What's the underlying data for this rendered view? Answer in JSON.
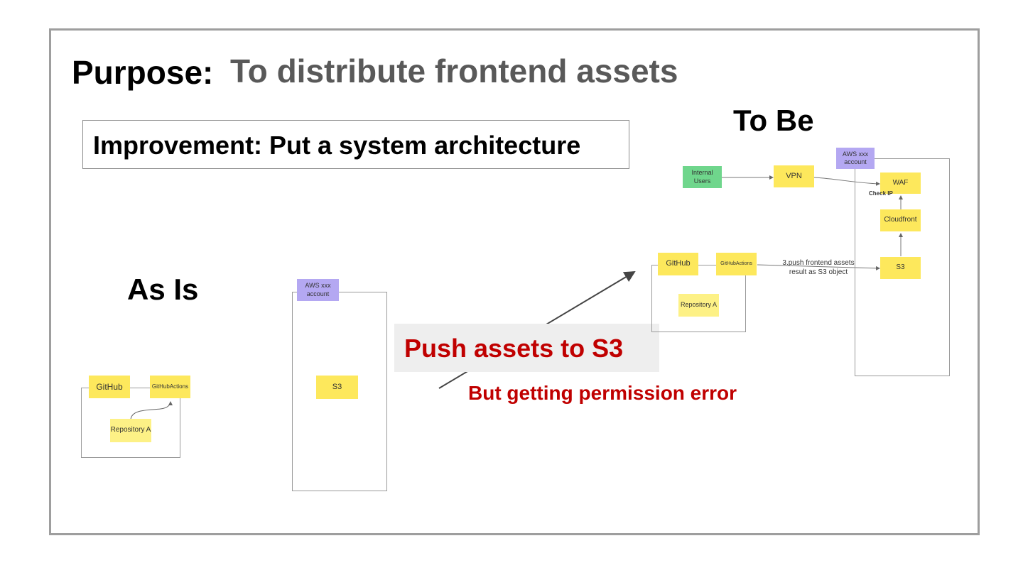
{
  "purpose": {
    "label": "Purpose:",
    "value": "To distribute frontend assets"
  },
  "improvement": "Improvement: Put a system architecture",
  "sections": {
    "to_be": "To Be",
    "as_is": "As Is"
  },
  "as_is_diagram": {
    "github": "GitHub",
    "github_actions": "GitHubActions",
    "repository": "Repository A",
    "aws_account": "AWS xxx account",
    "s3": "S3"
  },
  "callout": {
    "title": "Push assets to S3",
    "error": "But getting permission error",
    "color": "#c00000"
  },
  "to_be_diagram": {
    "internal_users": "Internal Users",
    "vpn": "VPN",
    "aws_account": "AWS xxx account",
    "waf": "WAF",
    "check_ip": "Check IP",
    "cloudfront": "Cloudfront",
    "s3": "S3",
    "github": "GitHub",
    "github_actions": "GitHubActions",
    "repository": "Repository A",
    "push_label_line1": "3.push frontend assets",
    "push_label_line2": "result as S3 object"
  }
}
